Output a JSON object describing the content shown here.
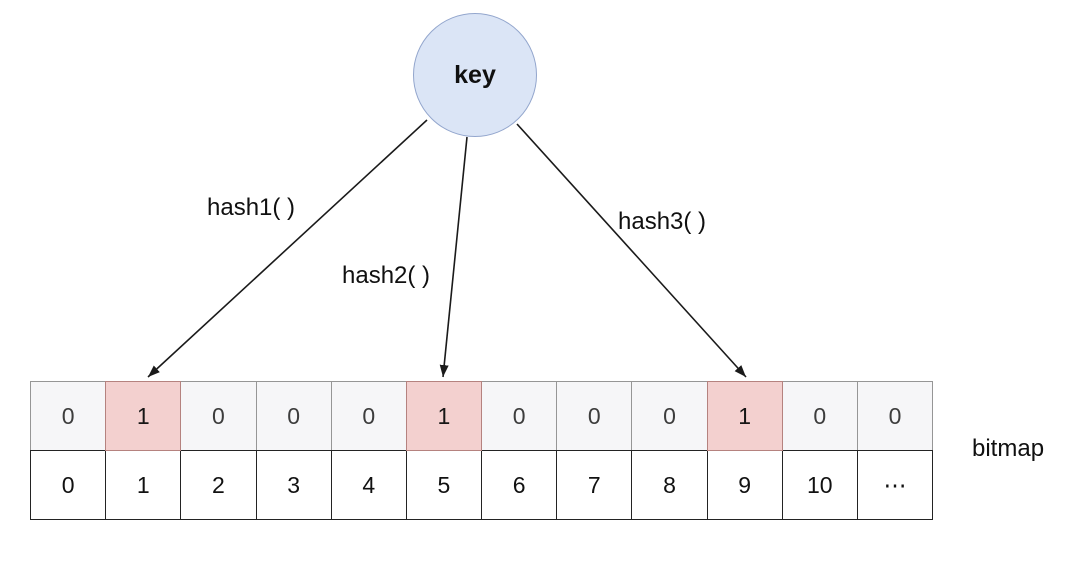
{
  "diagram": {
    "key_label": "key",
    "hash_labels": [
      "hash1( )",
      "hash2( )",
      "hash3( )"
    ],
    "bitmap_label": "bitmap"
  },
  "bitmap": {
    "bits": [
      "0",
      "1",
      "0",
      "0",
      "0",
      "1",
      "0",
      "0",
      "0",
      "1",
      "0",
      "0"
    ],
    "indexes": [
      "0",
      "1",
      "2",
      "3",
      "4",
      "5",
      "6",
      "7",
      "8",
      "9",
      "10",
      "⋯"
    ],
    "highlighted_indexes": [
      1,
      5,
      9
    ]
  },
  "colors": {
    "key_fill": "#dbe5f6",
    "key_stroke": "#93a6cd",
    "highlight_fill": "#f3d0cf",
    "highlight_stroke": "#b5827f",
    "bit_cell_fill": "#f6f6f8",
    "bit_cell_stroke": "#969696",
    "index_cell_fill": "#ffffff",
    "index_cell_stroke": "#232323",
    "arrow": "#1a1a1a"
  }
}
